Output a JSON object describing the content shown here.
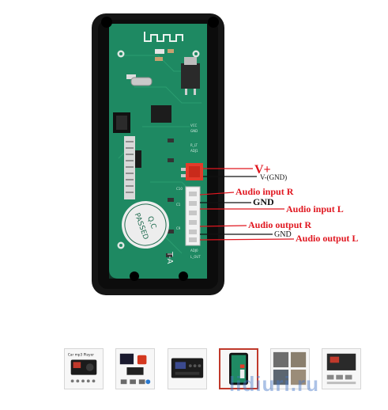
{
  "callouts": {
    "v_plus": "V+",
    "v_minus": "V-(GND)",
    "audio_input_r": "Audio input R",
    "gnd_1": "GND",
    "audio_input_l": "Audio input L",
    "audio_output_r": "Audio output R",
    "gnd_2": "GND",
    "audio_output_l": "Audio output L"
  },
  "board_labels": {
    "qc_line1": "Q.C",
    "qc_line2": "PASSED",
    "side_mark": "T-A"
  },
  "thumbnails": {
    "selected_index": 4,
    "count": 6,
    "thumb1_caption": "Car mp3 Player"
  },
  "watermark": "lidiuri.ru",
  "colors": {
    "pcb_green": "#1f8a63",
    "case_black": "#151515",
    "callout_red": "#e0161f",
    "callout_black": "#111111",
    "selected_border": "#c0392b"
  }
}
